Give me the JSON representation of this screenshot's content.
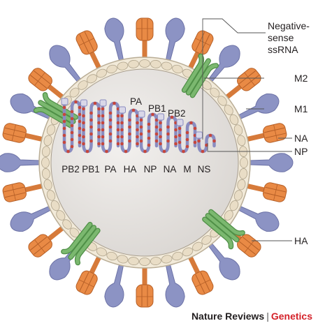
{
  "labels": {
    "negative_sense_line1": "Negative-",
    "negative_sense_line2": "sense",
    "negative_sense_line3": "ssRNA",
    "m2": "M2",
    "m1": "M1",
    "na": "NA",
    "np": "NP",
    "ha": "HA"
  },
  "segments_bottom": [
    "PB2",
    "PB1",
    "PA",
    "HA",
    "NP",
    "NA",
    "M",
    "NS"
  ],
  "segments_top": [
    "PA",
    "PB1",
    "PB2"
  ],
  "footer": {
    "journal": "Nature Reviews",
    "separator": "|",
    "section": "Genetics"
  },
  "colors": {
    "ha_spike": "#e98a45",
    "na_spike": "#8c93c4",
    "m2_channel": "#7bb86f",
    "envelope": "#e9ddc6",
    "interior": "#e7e4e1",
    "rna": "#8a8cc0",
    "np_bead": "#c6463c",
    "section_accent": "#d4222a"
  }
}
